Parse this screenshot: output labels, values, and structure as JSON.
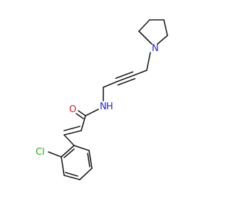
{
  "atoms": {
    "n_ring": "N",
    "n_amide": "N",
    "h_amide": "H",
    "o_carbonyl": "O",
    "cl": "Cl"
  },
  "colors": {
    "bond": "#1a1a1a",
    "nitrogen": "#2323d8",
    "oxygen": "#e02020",
    "chlorine": "#1fa51f"
  }
}
